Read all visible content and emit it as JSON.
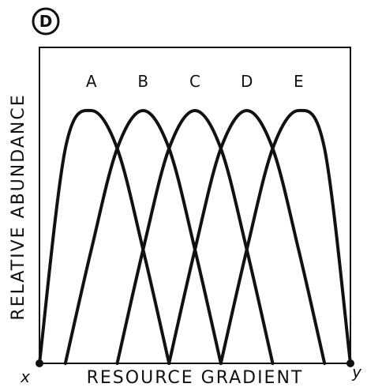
{
  "panel_label": "D",
  "chart_data": {
    "type": "line",
    "title": "",
    "xlabel": "RESOURCE GRADIENT",
    "ylabel": "RELATIVE ABUNDANCE",
    "x_start_label": "x",
    "x_end_label": "y",
    "grid": false,
    "legend": "none",
    "axes_ticks": false,
    "x": [
      0,
      1,
      2,
      3,
      4,
      5,
      6,
      7,
      8,
      9,
      10,
      11,
      12
    ],
    "xlim": [
      0,
      12
    ],
    "ylim": [
      0,
      1.1
    ],
    "series": [
      {
        "name": "A",
        "values": [
          0.0,
          0.85,
          1.0,
          0.85,
          0.45,
          0.0,
          null,
          null,
          null,
          null,
          null,
          null,
          null
        ]
      },
      {
        "name": "B",
        "values": [
          null,
          0.0,
          0.45,
          0.85,
          1.0,
          0.85,
          0.45,
          0.0,
          null,
          null,
          null,
          null,
          null
        ]
      },
      {
        "name": "C",
        "values": [
          null,
          null,
          null,
          0.0,
          0.45,
          0.85,
          1.0,
          0.85,
          0.45,
          0.0,
          null,
          null,
          null
        ]
      },
      {
        "name": "D",
        "values": [
          null,
          null,
          null,
          null,
          null,
          0.0,
          0.45,
          0.85,
          1.0,
          0.85,
          0.45,
          0.0,
          null
        ]
      },
      {
        "name": "E",
        "values": [
          null,
          null,
          null,
          null,
          null,
          null,
          null,
          0.0,
          0.45,
          0.85,
          1.0,
          0.85,
          0.0
        ]
      }
    ]
  }
}
